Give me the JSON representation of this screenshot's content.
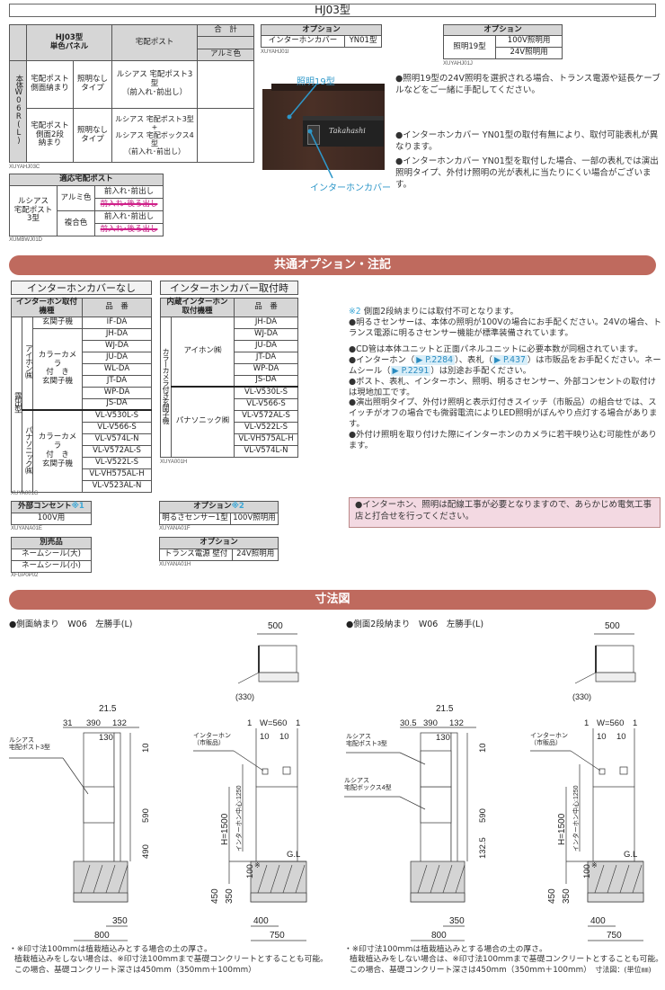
{
  "title": "HJ03型",
  "main_table": {
    "header_product": "HJ03型\n単色パネル",
    "header_post": "宅配ポスト",
    "header_total": "合　計",
    "header_color": "アルミ色",
    "side_label": "本体W06R(L)",
    "rows": [
      {
        "type": "宅配ポスト\n側面納まり",
        "light": "照明なし\nタイプ",
        "post": "ルシアス 宅配ポスト3型\n（前入れ･前出し）"
      },
      {
        "type": "宅配ポスト\n側面2段\n納まり",
        "light": "照明なし\nタイプ",
        "post": "ルシアス 宅配ポスト3型+\nルシアス 宅配ボックス4型\n（前入れ･前出し）"
      }
    ],
    "code": "XUYAHJ03C"
  },
  "compat_table": {
    "header": "適応宅配ポスト",
    "model": "ルシアス\n宅配ポスト\n3型",
    "colors": [
      {
        "name": "アルミ色",
        "ok": "前入れ･前出し",
        "ng": "前入れ･後ろ出し"
      },
      {
        "name": "複合色",
        "ok": "前入れ･前出し",
        "ng": "前入れ･後ろ出し"
      }
    ],
    "code": "XUMBWJ01D"
  },
  "option_cover": {
    "header": "オプション",
    "item": "インターホンカバー",
    "model": "YN01型",
    "code": "XUYAHJ01I"
  },
  "option_light": {
    "header": "オプション",
    "item": "照明19型",
    "v100": "100V照明用",
    "v24": "24V照明用",
    "code": "XUYAHJ01J"
  },
  "photo": {
    "label_light": "照明19型",
    "label_cover": "インターホンカバー",
    "nameplate": "Takahashi"
  },
  "top_notes": [
    "●照明19型の24V照明を選択される場合、トランス電源や延長ケーブルなどをご一緒に手配してください。",
    "●インターホンカバー YN01型の取付有無により、取付可能表札が異なります。",
    "●インターホンカバー YN01型を取付した場合、一部の表札では演出照明タイプ、外付け照明の光が表札に当たりにくい場合がございます。"
  ],
  "banner_common": "共通オプション・注記",
  "no_cover": {
    "title": "インターホンカバーなし",
    "h_kind": "インターホン取付機種",
    "h_part": "品　番",
    "group": "露出型",
    "aiphone": "アイホン㈱",
    "panasonic": "パナソニック㈱",
    "entrance": "玄関子機",
    "camera": "カラーカメラ\n付　き\n玄関子機",
    "aiphone_entrance_part": "IF-DA",
    "aiphone_parts": [
      "JH-DA",
      "WJ-DA",
      "JU-DA",
      "WL-DA",
      "JT-DA",
      "WP-DA",
      "JS-DA"
    ],
    "panasonic_parts": [
      "VL-V530L-S",
      "VL-V566-S",
      "VL-V574L-N",
      "VL-V572AL-S",
      "VL-V522L-S",
      "VL-VH575AL-H",
      "VL-V523AL-N"
    ],
    "code": "XUYA001G"
  },
  "with_cover": {
    "title": "インターホンカバー取付時",
    "h_kind": "内蔵インターホン\n取付機種",
    "h_part": "品　番",
    "group": "カラーカメラ付き玄関子機",
    "aiphone": "アイホン㈱",
    "panasonic": "パナソニック㈱",
    "aiphone_parts": [
      "JH-DA",
      "WJ-DA",
      "JU-DA",
      "JT-DA",
      "WP-DA",
      "JS-DA"
    ],
    "panasonic_parts": [
      "VL-V530L-S",
      "VL-V566-S",
      "VL-V572AL-S",
      "VL-V522L-S",
      "VL-VH575AL-H",
      "VL-V574L-N"
    ],
    "code": "XUYA001H"
  },
  "outlet": {
    "header": "外部コンセント",
    "mark": "※1",
    "item": "100V用",
    "code": "XUYANA01E"
  },
  "separate": {
    "header": "別売品",
    "items": [
      "ネームシール(大)",
      "ネームシール(小)"
    ],
    "code": "XFGP0P02"
  },
  "sensor": {
    "header": "オプション",
    "mark": "※2",
    "item": "明るさセンサー1型",
    "spec": "100V照明用",
    "code": "XUYANA01F"
  },
  "trans": {
    "header": "オプション",
    "item": "トランス電源 壁付",
    "spec": "24V照明用",
    "code": "XUYANA01H"
  },
  "common_notes": {
    "note2_mark": "※2",
    "note2": "側面2段納まりには取付不可となります。",
    "sensor": "●明るさセンサーは、本体の照明が100Vの場合にお手配ください。24Vの場合、トランス電源に明るさセンサー機能が標準装備されています。",
    "cd": "●CD管は本体ユニットと正面パネルユニットに必要本数が同梱されています。",
    "intercom_a": "●インターホン（",
    "ref1": "▶ P.2284",
    "intercom_b": "）、表札（",
    "ref2": "▶ P.437",
    "intercom_c": "）は市販品をお手配ください。ネームシール（",
    "ref3": "▶ P.2291",
    "intercom_d": "）は別途お手配ください。",
    "install": "●ポスト、表札、インターホン、照明、明るさセンサー、外部コンセントの取付けは現地加工です。",
    "led": "●演出照明タイプ、外付け照明と表示灯付きスイッチ（市販品）の組合せでは、スイッチがオフの場合でも微弱電流によりLED照明がぼんやり点灯する場合があります。",
    "camera": "●外付け照明を取り付けた際にインターホンのカメラに若干映り込む可能性があります。",
    "wiring": "●インターホン、照明は配線工事が必要となりますので、あらかじめ電気工事店と打合せを行ってください。"
  },
  "banner_dims": "寸法図",
  "diagrams": [
    {
      "title": "●側面納まり　W06　左勝手(L)",
      "post_label": "ルシアス\n宅配ポスト3型",
      "box_label": "",
      "d_top": "21.5",
      "d_a": "31",
      "d_b": "390",
      "d_c": "132",
      "d_130": "130",
      "d_10": "10",
      "d_590": "590",
      "d_low": "490",
      "d_350": "350",
      "d_800": "800",
      "plan_500": "500",
      "plan_330": "(330)"
    },
    {
      "title": "●側面2段納まり　W06　左勝手(L)",
      "post_label": "ルシアス\n宅配ポスト3型",
      "box_label": "ルシアス\n宅配ボックス4型",
      "d_top": "21.5",
      "d_a": "30.5",
      "d_b": "390",
      "d_c": "132",
      "d_130": "130",
      "d_10": "10",
      "d_590": "590",
      "d_low": "132.5",
      "d_350": "350",
      "d_800": "800",
      "plan_500": "500",
      "plan_330": "(330)"
    }
  ],
  "side_view": {
    "w": "W=560",
    "one": "1",
    "ten": "10",
    "intercom": "インターホン\n（市販品）",
    "h": "H=1500",
    "center": "インターホン中心:1250",
    "d100": "100",
    "mark": "※",
    "gl": "G.L",
    "d450": "450",
    "d350": "350",
    "d400": "400",
    "d750": "750"
  },
  "footnote": [
    "・※印寸法100mmは植栽植込みとする場合の土の厚さ。",
    "植栽植込みをしない場合は、※印寸法100mmまで基礎コンクリートとすることも可能。",
    "この場合、基礎コンクリート深さは450mm（350mm＋100mm）"
  ],
  "unit_note": "寸法図：(単位㎜)"
}
